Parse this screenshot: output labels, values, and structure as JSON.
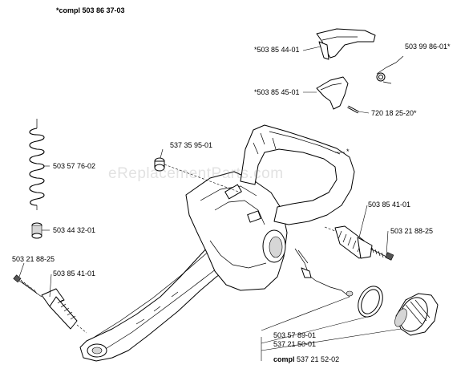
{
  "header": {
    "label": "*compl 503 86 37-03"
  },
  "watermark": "eReplacementParts.com",
  "parts": {
    "p1": "*503 85 44-01",
    "p2": "503 99 86-01*",
    "p3": "*503 85 45-01",
    "p4": "720 18 25-20*",
    "p5": "537 35 95-01",
    "p6": "*",
    "p7": "503 57 76-02",
    "p8": "503 44 32-01",
    "p9": "503 85 41-01",
    "p10": "503 21 88-25",
    "p11": "503 21 88-25",
    "p12": "503 85 41-01",
    "p13": "503 57 89-01",
    "p14": "537 21 50-01"
  },
  "footer": {
    "compl_word": "compl",
    "compl_number": "537 21 52-02"
  }
}
